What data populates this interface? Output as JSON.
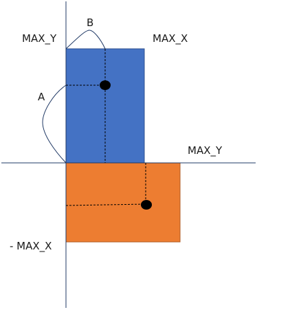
{
  "labels": {
    "max_y_top": "MAX_Y",
    "b": "B",
    "max_x_top": "MAX_X",
    "a": "A",
    "max_y_right": "MAX_Y",
    "neg_max_x": "- MAX_X"
  },
  "colors": {
    "blue_rect": "#4472c4",
    "orange_rect": "#ed7d31",
    "lines": "#1f3864",
    "dot": "#000000"
  }
}
